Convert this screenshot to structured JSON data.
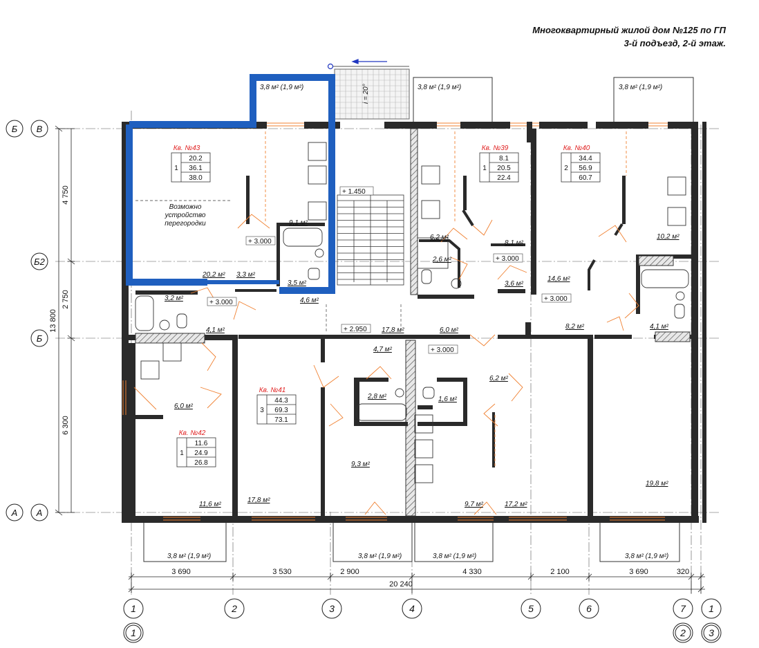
{
  "title": {
    "line1": "Многоквартирный жилой дом №125 по ГП",
    "line2": "3-й подъезд, 2-й этаж."
  },
  "colors": {
    "highlight": "#1f5fbf",
    "apartment_label": "#e02020",
    "door_swing": "#f08030",
    "wall": "#222222"
  },
  "axes_rows": [
    {
      "id": "row-A",
      "labels": [
        "А",
        "А"
      ]
    },
    {
      "id": "row-B",
      "labels": [
        "Б"
      ]
    },
    {
      "id": "row-B2",
      "labels": [
        "Б2"
      ]
    },
    {
      "id": "row-V",
      "labels": [
        "Б",
        "В"
      ]
    }
  ],
  "axes_cols_top": [
    "1",
    "2",
    "3",
    "4",
    "5",
    "6",
    "7",
    "1"
  ],
  "axes_cols_bottom": [
    "1",
    "2",
    "3"
  ],
  "dims_vertical": {
    "total": "13 800",
    "d1": "4 750",
    "d2": "2 750",
    "d3": "6 300"
  },
  "dims_horizontal": [
    "3 690",
    "3 530",
    "2 900",
    "4 330",
    "2 100",
    "3 690",
    "320"
  ],
  "dim_total": "20 240",
  "balconies": {
    "top_left": "3,8 м² (1,9 м²)",
    "top_mid": "3,8 м² (1,9 м²)",
    "top_right": "3,8 м² (1,9 м²)",
    "bot_left": "3,8 м² (1,9 м²)",
    "bot_mid1": "3,8 м² (1,9 м²)",
    "bot_mid2": "3,8 м² (1,9 м²)",
    "bot_right": "3,8 м² (1,9 м²)"
  },
  "stair_slope": "i = 20°",
  "apartments": [
    {
      "key": "apt43",
      "name": "Кв. №43",
      "rooms": "1",
      "vals": [
        "20.2",
        "36.1",
        "38.0"
      ]
    },
    {
      "key": "apt39",
      "name": "Кв. №39",
      "rooms": "1",
      "vals": [
        "8.1",
        "20.5",
        "22.4"
      ]
    },
    {
      "key": "apt40",
      "name": "Кв. №40",
      "rooms": "2",
      "vals": [
        "34.4",
        "56.9",
        "60.7"
      ]
    },
    {
      "key": "apt41",
      "name": "Кв. №41",
      "rooms": "3",
      "vals": [
        "44.3",
        "69.3",
        "73.1"
      ]
    },
    {
      "key": "apt42",
      "name": "Кв. №42",
      "rooms": "1",
      "vals": [
        "11.6",
        "24.9",
        "26.8"
      ]
    }
  ],
  "note_partition": [
    "Возможно",
    "устройство",
    "перегородки"
  ],
  "levels": {
    "l1": "+ 1.450",
    "l2": "+ 3.000",
    "l3": "+ 3.000",
    "l4": "+ 2.950",
    "l5": "+ 3.000",
    "l6": "+ 3.000",
    "l7": "+ 3.000"
  },
  "areas": {
    "a01": "9,1 м²",
    "a02": "20,2 м²",
    "a03": "3,3 м²",
    "a04": "3,5 м²",
    "a05": "4,6 м²",
    "a06": "3,2 м²",
    "a07": "4,1 м²",
    "a08": "6,2 м²",
    "a09": "2,6 м²",
    "a10": "8,1 м²",
    "a11": "3,6 м²",
    "a12": "14,6 м²",
    "a13": "10,2 м²",
    "a14": "4,1 м²",
    "a15": "8,2 м²",
    "a16": "17,8 м²",
    "a17": "6,0 м²",
    "a18": "4,7 м²",
    "a19": "6,2 м²",
    "a20": "2,8 м²",
    "a21": "1,6 м²",
    "a22": "6,0 м²",
    "a23": "9,3 м²",
    "a24": "19,8 м²",
    "a25": "11,6 м²",
    "a26": "17,8 м²",
    "a27": "9,7 м²",
    "a28": "17,2 м²"
  }
}
